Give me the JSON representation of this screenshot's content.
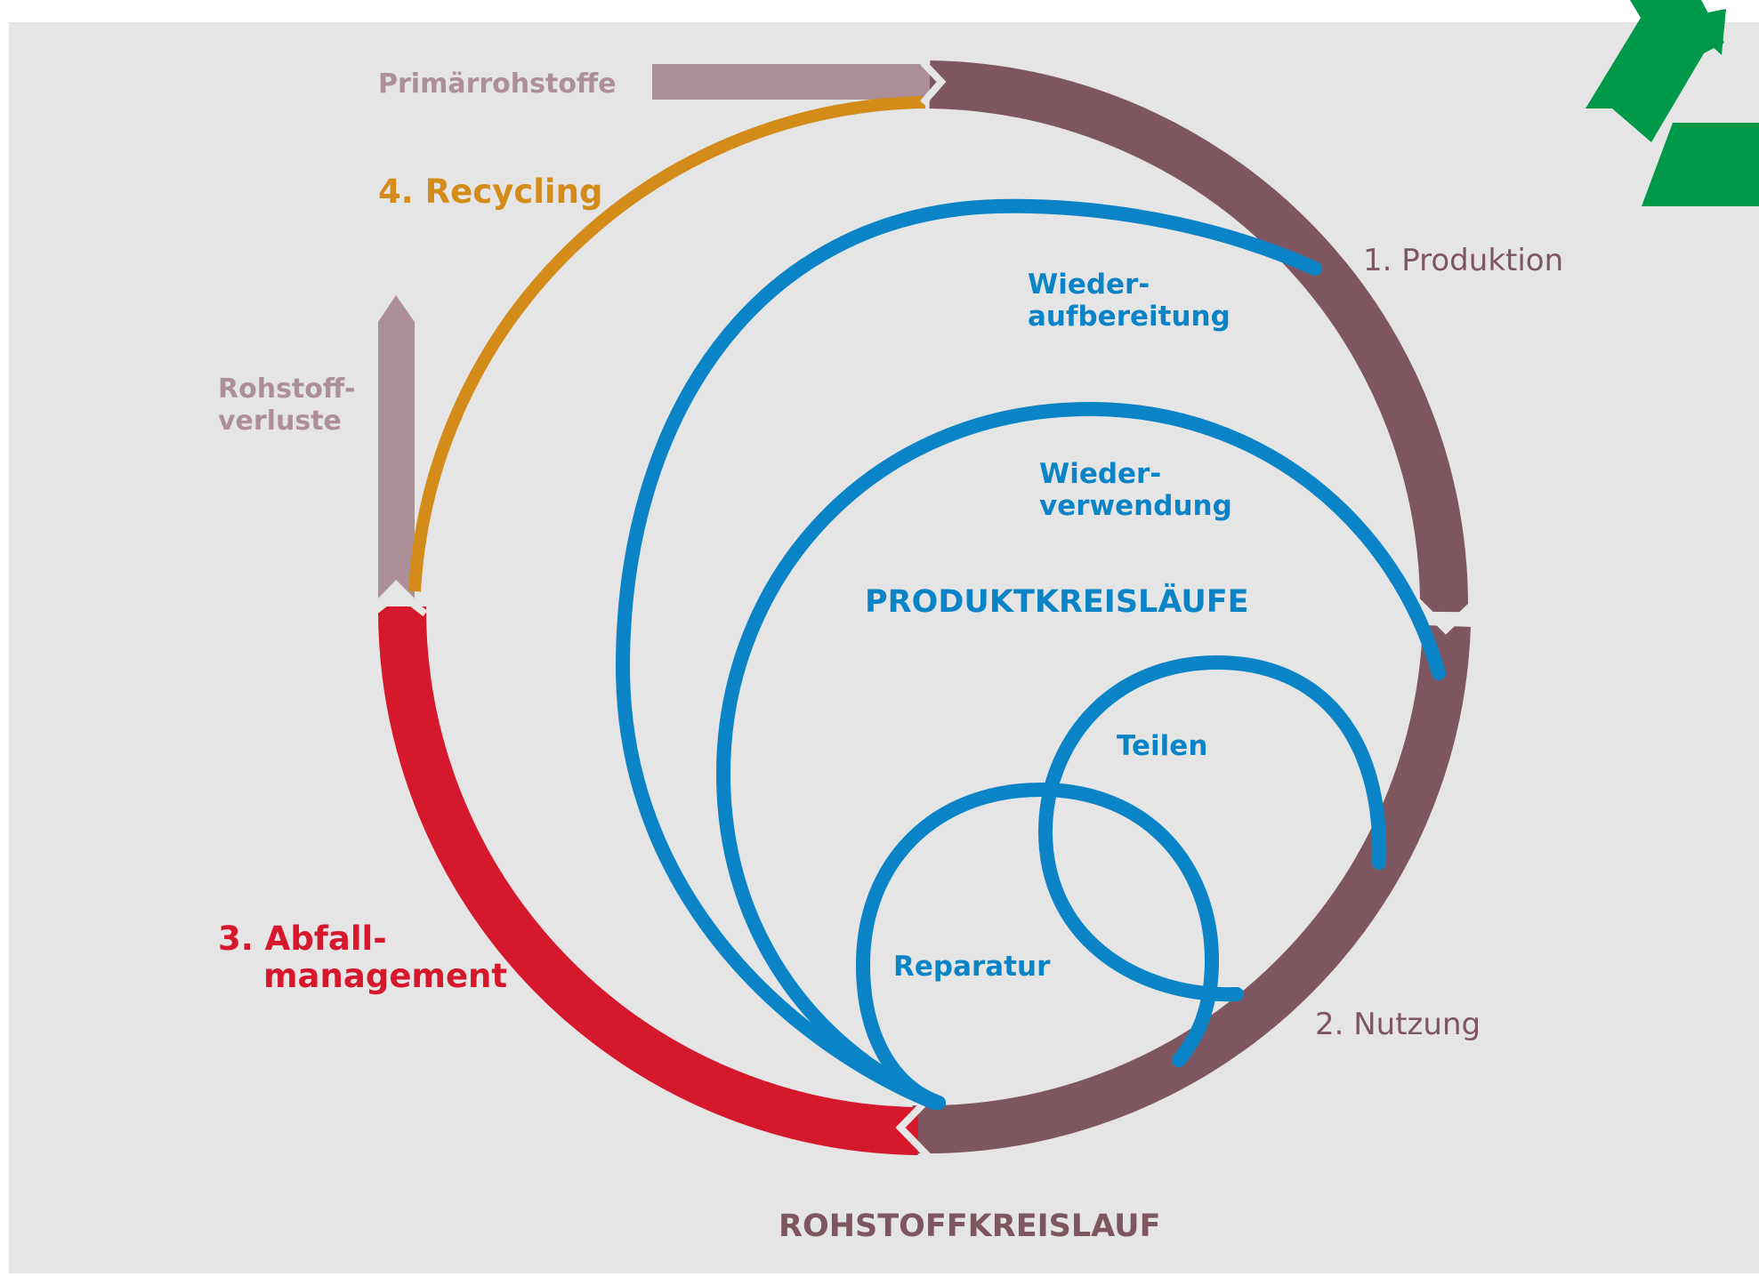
{
  "colors": {
    "background": "#e6e5e5",
    "production_use": "#7d5660",
    "waste_management": "#d6182c",
    "recycling": "#d38c1a",
    "product_loops": "#0a84c6",
    "primary_raw": "#ad9097",
    "logo_green": "#00994a"
  },
  "labels": {
    "primaerrohstoffe": "Primärrohstoffe",
    "recycling": "4. Recycling",
    "rohstoffverluste_line1": "Rohstoff-",
    "rohstoffverluste_line2": "verluste",
    "abfall_line1": "3. Abfall-",
    "abfall_line2": "management",
    "produktion": "1. Produktion",
    "nutzung": "2. Nutzung",
    "wiederaufbereitung_line1": "Wieder-",
    "wiederaufbereitung_line2": "aufbereitung",
    "wiederverwendung_line1": "Wieder-",
    "wiederverwendung_line2": "verwendung",
    "produktkreislaeufe": "PRODUKTKREISLÄUFE",
    "teilen": "Teilen",
    "reparatur": "Reparatur",
    "rohstoffkreislauf": "ROHSTOFFKREISLAUF"
  },
  "icons": {
    "logo": "recycling-arrow-icon"
  }
}
